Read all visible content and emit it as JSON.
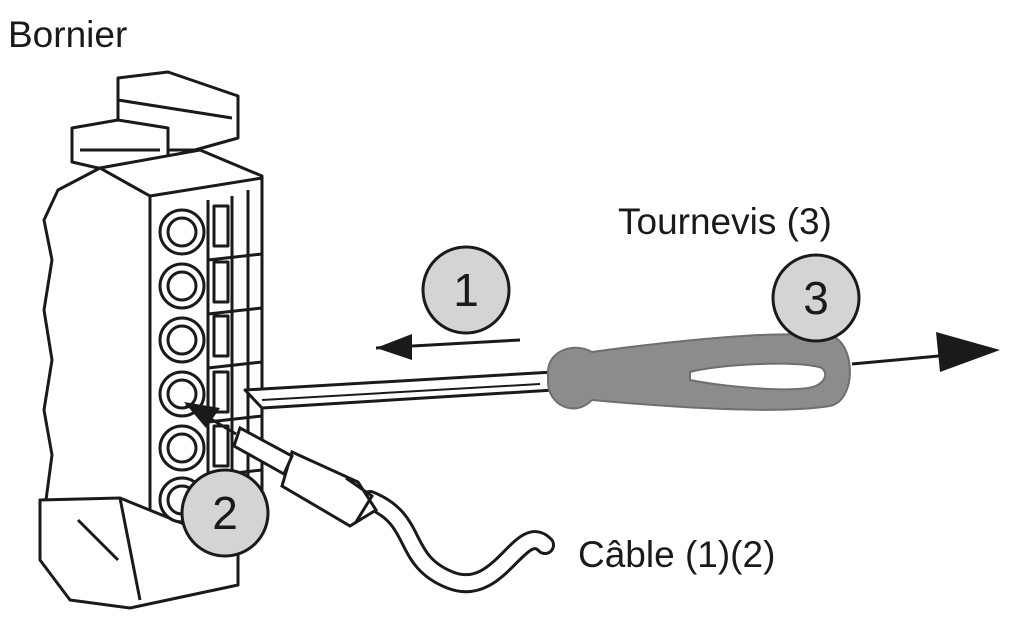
{
  "labels": {
    "bornier": "Bornier",
    "tournevis": "Tournevis (3)",
    "cable": "Câble (1)(2)"
  },
  "steps": [
    "1",
    "2",
    "3"
  ],
  "colors": {
    "stroke": "#1a1a1a",
    "badge_fill": "#d4d4d4",
    "screwdriver_handle": "#8c8c8c",
    "background": "#ffffff"
  }
}
